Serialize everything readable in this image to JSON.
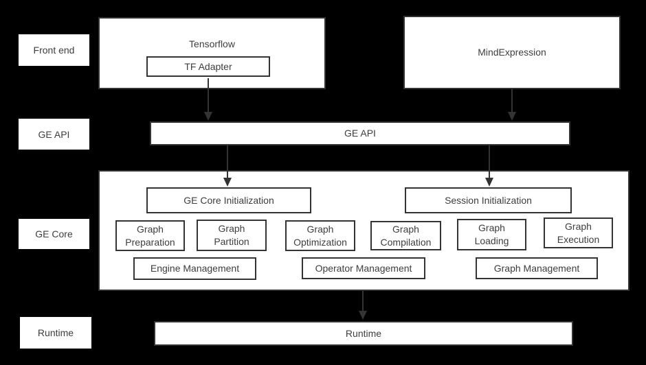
{
  "colors": {
    "background": "#000000",
    "box_fill": "#ffffff",
    "box_border": "#333333",
    "text": "#3d3d3d",
    "arrow": "#333333"
  },
  "row_labels": {
    "front_end": "Front end",
    "ge_api": "GE API",
    "ge_core": "GE Core",
    "runtime": "Runtime"
  },
  "front_end": {
    "tensorflow": "Tensorflow",
    "tf_adapter": "TF Adapter",
    "mind_expression": "MindExpression"
  },
  "api": {
    "bar": "GE API"
  },
  "ge_core": {
    "core_init": "GE Core Initialization",
    "session_init": "Session Initialization",
    "pipeline": [
      {
        "line1": "Graph",
        "line2": "Preparation"
      },
      {
        "line1": "Graph",
        "line2": "Partition"
      },
      {
        "line1": "Graph",
        "line2": "Optimization"
      },
      {
        "line1": "Graph",
        "line2": "Compilation"
      },
      {
        "line1": "Graph",
        "line2": "Loading"
      },
      {
        "line1": "Graph",
        "line2": "Execution"
      }
    ],
    "management": [
      "Engine Management",
      "Operator Management",
      "Graph Management"
    ]
  },
  "runtime": {
    "bar": "Runtime"
  }
}
